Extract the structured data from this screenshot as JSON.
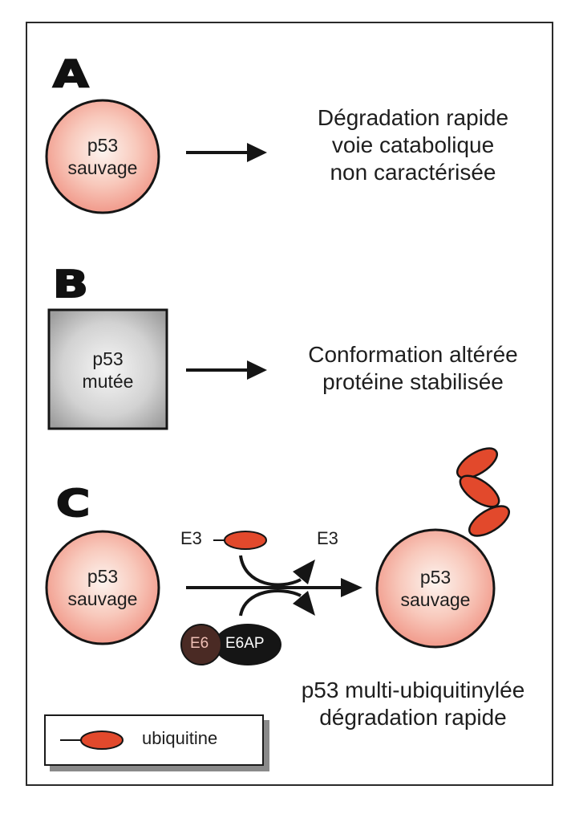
{
  "panels": {
    "A": {
      "letter": "A",
      "node": {
        "line1": "p53",
        "line2": "sauvage",
        "shape": "circle"
      },
      "result": [
        "Dégradation rapide",
        "voie catabolique",
        "non caractérisée"
      ]
    },
    "B": {
      "letter": "B",
      "node": {
        "line1": "p53",
        "line2": "mutée",
        "shape": "square"
      },
      "result": [
        "Conformation altérée",
        "protéine stabilisée"
      ]
    },
    "C": {
      "letter": "C",
      "node_left": {
        "line1": "p53",
        "line2": "sauvage",
        "shape": "circle"
      },
      "node_right": {
        "line1": "p53",
        "line2": "sauvage",
        "shape": "circle",
        "ubiquitin_count": 3
      },
      "e3_in_label": "E3",
      "e3_out_label": "E3",
      "e6_label": "E6",
      "e6ap_label": "E6AP",
      "result": [
        "p53 multi-ubiquitinylée",
        "dégradation rapide"
      ]
    }
  },
  "legend": {
    "label": "ubiquitine",
    "icon": "ubiquitin-icon"
  },
  "colors": {
    "p53_fill_center": "#fdf3ee",
    "p53_fill_edge": "#f2a092",
    "ubiquitin": "#e2492c",
    "mutant_fill_center": "#f4f4f4",
    "mutant_fill_edge": "#a8a8a8",
    "e6": "#4a2a24",
    "e6ap": "#151515",
    "ink": "#151515"
  }
}
